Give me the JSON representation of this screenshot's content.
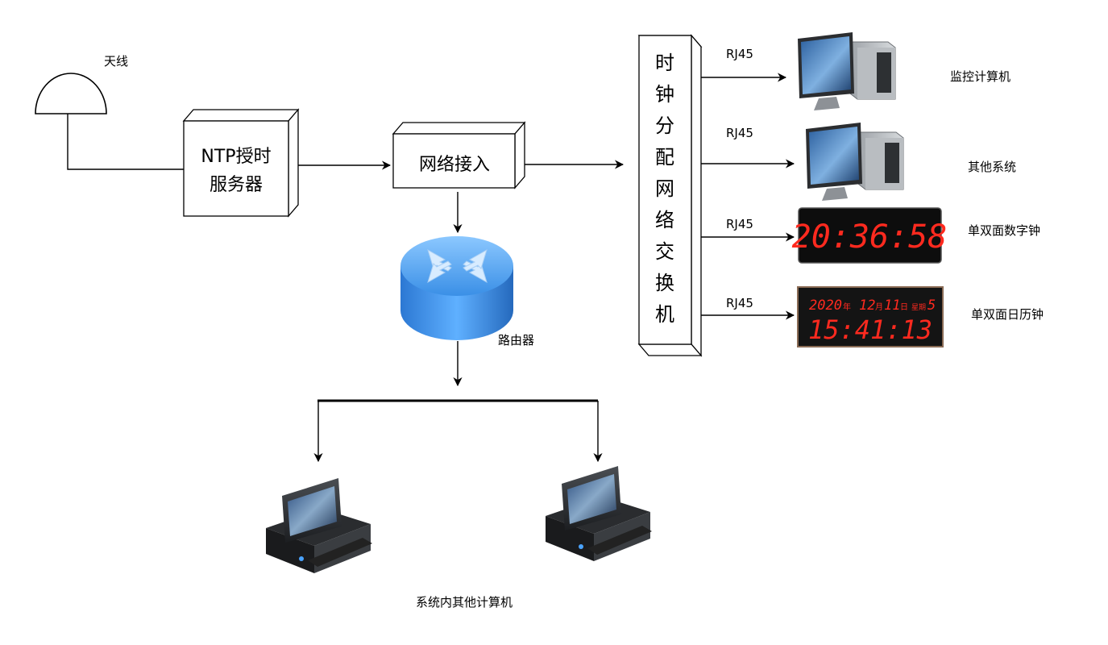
{
  "labels": {
    "antenna": "天线",
    "ntp_line1": "NTP授时",
    "ntp_line2": "服务器",
    "network_access": "网络接入",
    "router": "路由器",
    "switch_chars": [
      "时",
      "钟",
      "分",
      "配",
      "网",
      "络",
      "交",
      "换",
      "机"
    ],
    "rj45": "RJ45",
    "monitor_pc": "监控计算机",
    "other_systems": "其他系统",
    "digital_clock": "单双面数字钟",
    "calendar_clock": "单双面日历钟",
    "other_pcs": "系统内其他计算机"
  },
  "clock_display": {
    "digital_time": "20:36:58",
    "calendar_year": "2020",
    "calendar_year_unit": "年",
    "calendar_month": "12",
    "calendar_month_unit": "月",
    "calendar_day": "11",
    "calendar_day_unit": "日",
    "calendar_weekday_label": "星期",
    "calendar_weekday": "5",
    "calendar_time": "15:41:13"
  },
  "colors": {
    "line": "#000000",
    "led_red": "#ff2a1f",
    "router_blue": "#2f8fe8"
  }
}
